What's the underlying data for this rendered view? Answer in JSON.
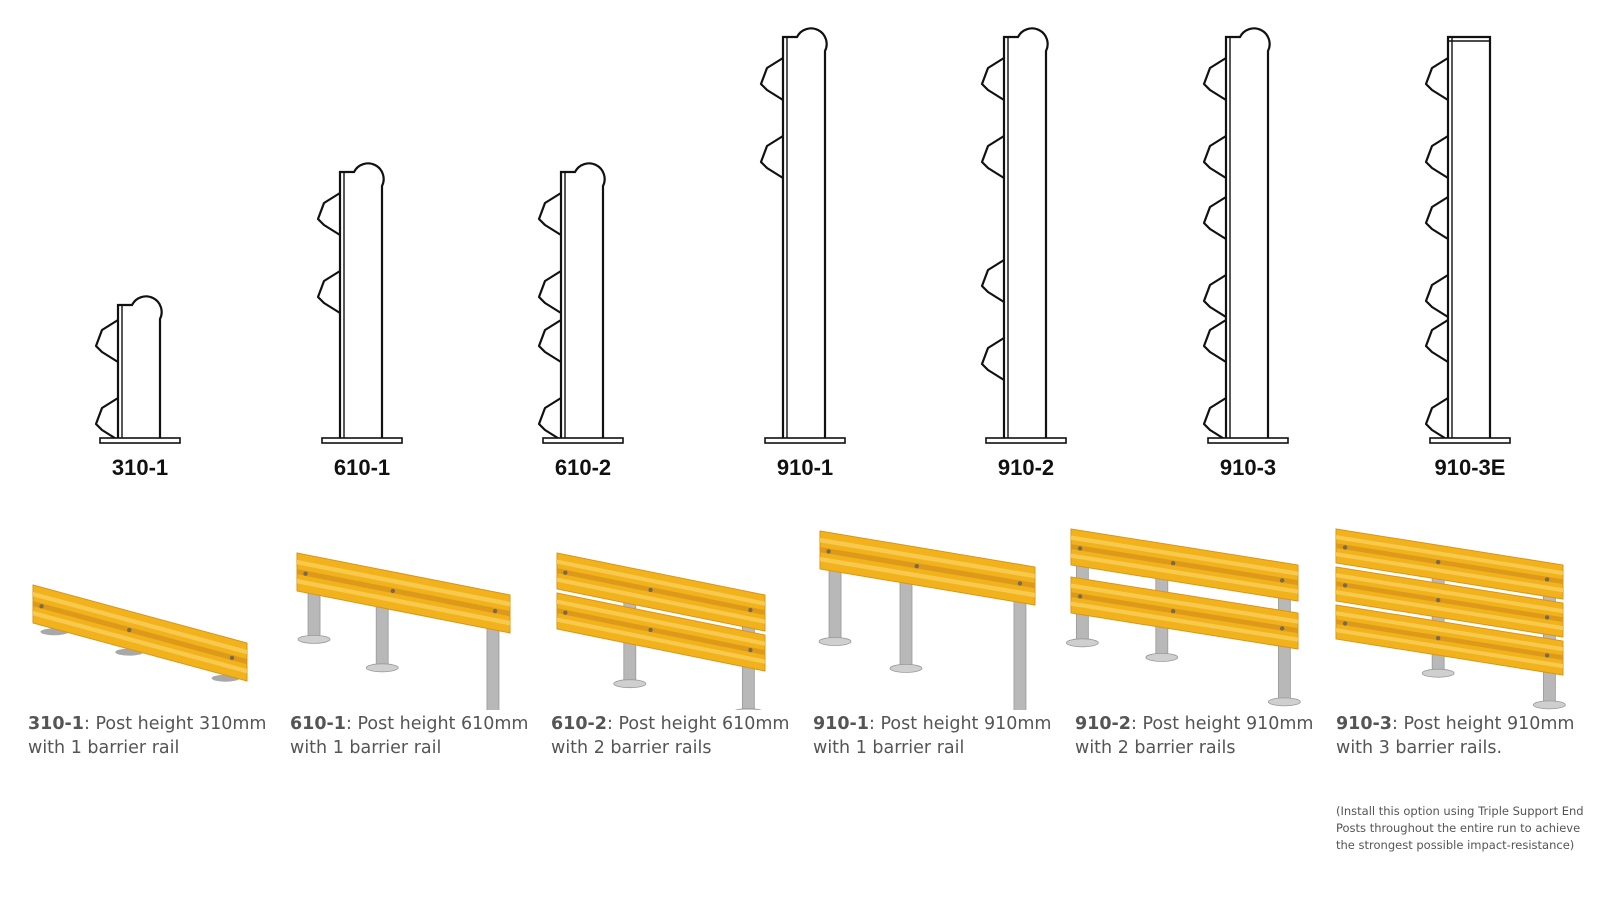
{
  "colors": {
    "outline": "#111111",
    "rail_yellow": "#f2b21c",
    "rail_shade": "#d9951a",
    "rail_highlight": "#f8cc55",
    "post_grey": "#b8b8b8",
    "caption_text": "#555555"
  },
  "posts": [
    {
      "code": "310-1",
      "height": 310,
      "fins": 2,
      "cap": "round"
    },
    {
      "code": "610-1",
      "height": 610,
      "fins": 2,
      "cap": "round"
    },
    {
      "code": "610-2",
      "height": 610,
      "fins": 4,
      "cap": "round"
    },
    {
      "code": "910-1",
      "height": 910,
      "fins": 2,
      "cap": "round"
    },
    {
      "code": "910-2",
      "height": 910,
      "fins": 4,
      "cap": "round"
    },
    {
      "code": "910-3",
      "height": 910,
      "fins": 6,
      "cap": "round"
    },
    {
      "code": "910-3E",
      "height": 910,
      "fins": 6,
      "cap": "flat"
    }
  ],
  "options": [
    {
      "code": "310-1",
      "text": ": Post height 310mm",
      "line2": "with 1 barrier rail",
      "rails": 1
    },
    {
      "code": "610-1",
      "text": ": Post height 610mm",
      "line2": "with 1 barrier rail",
      "rails": 1
    },
    {
      "code": "610-2",
      "text": ": Post height 610mm",
      "line2": "with 2 barrier rails",
      "rails": 2
    },
    {
      "code": "910-1",
      "text": ": Post height 910mm",
      "line2": "with 1 barrier rail",
      "rails": 1
    },
    {
      "code": "910-2",
      "text": ": Post height 910mm",
      "line2": "with 2 barrier rails",
      "rails": 2
    },
    {
      "code": "910-3",
      "text": ": Post height 910mm",
      "line2": "with 3 barrier rails.",
      "rails": 3
    }
  ],
  "note": "(Install this option using Triple Support End Posts throughout the entire run to achieve the strongest possible impact-resistance)"
}
